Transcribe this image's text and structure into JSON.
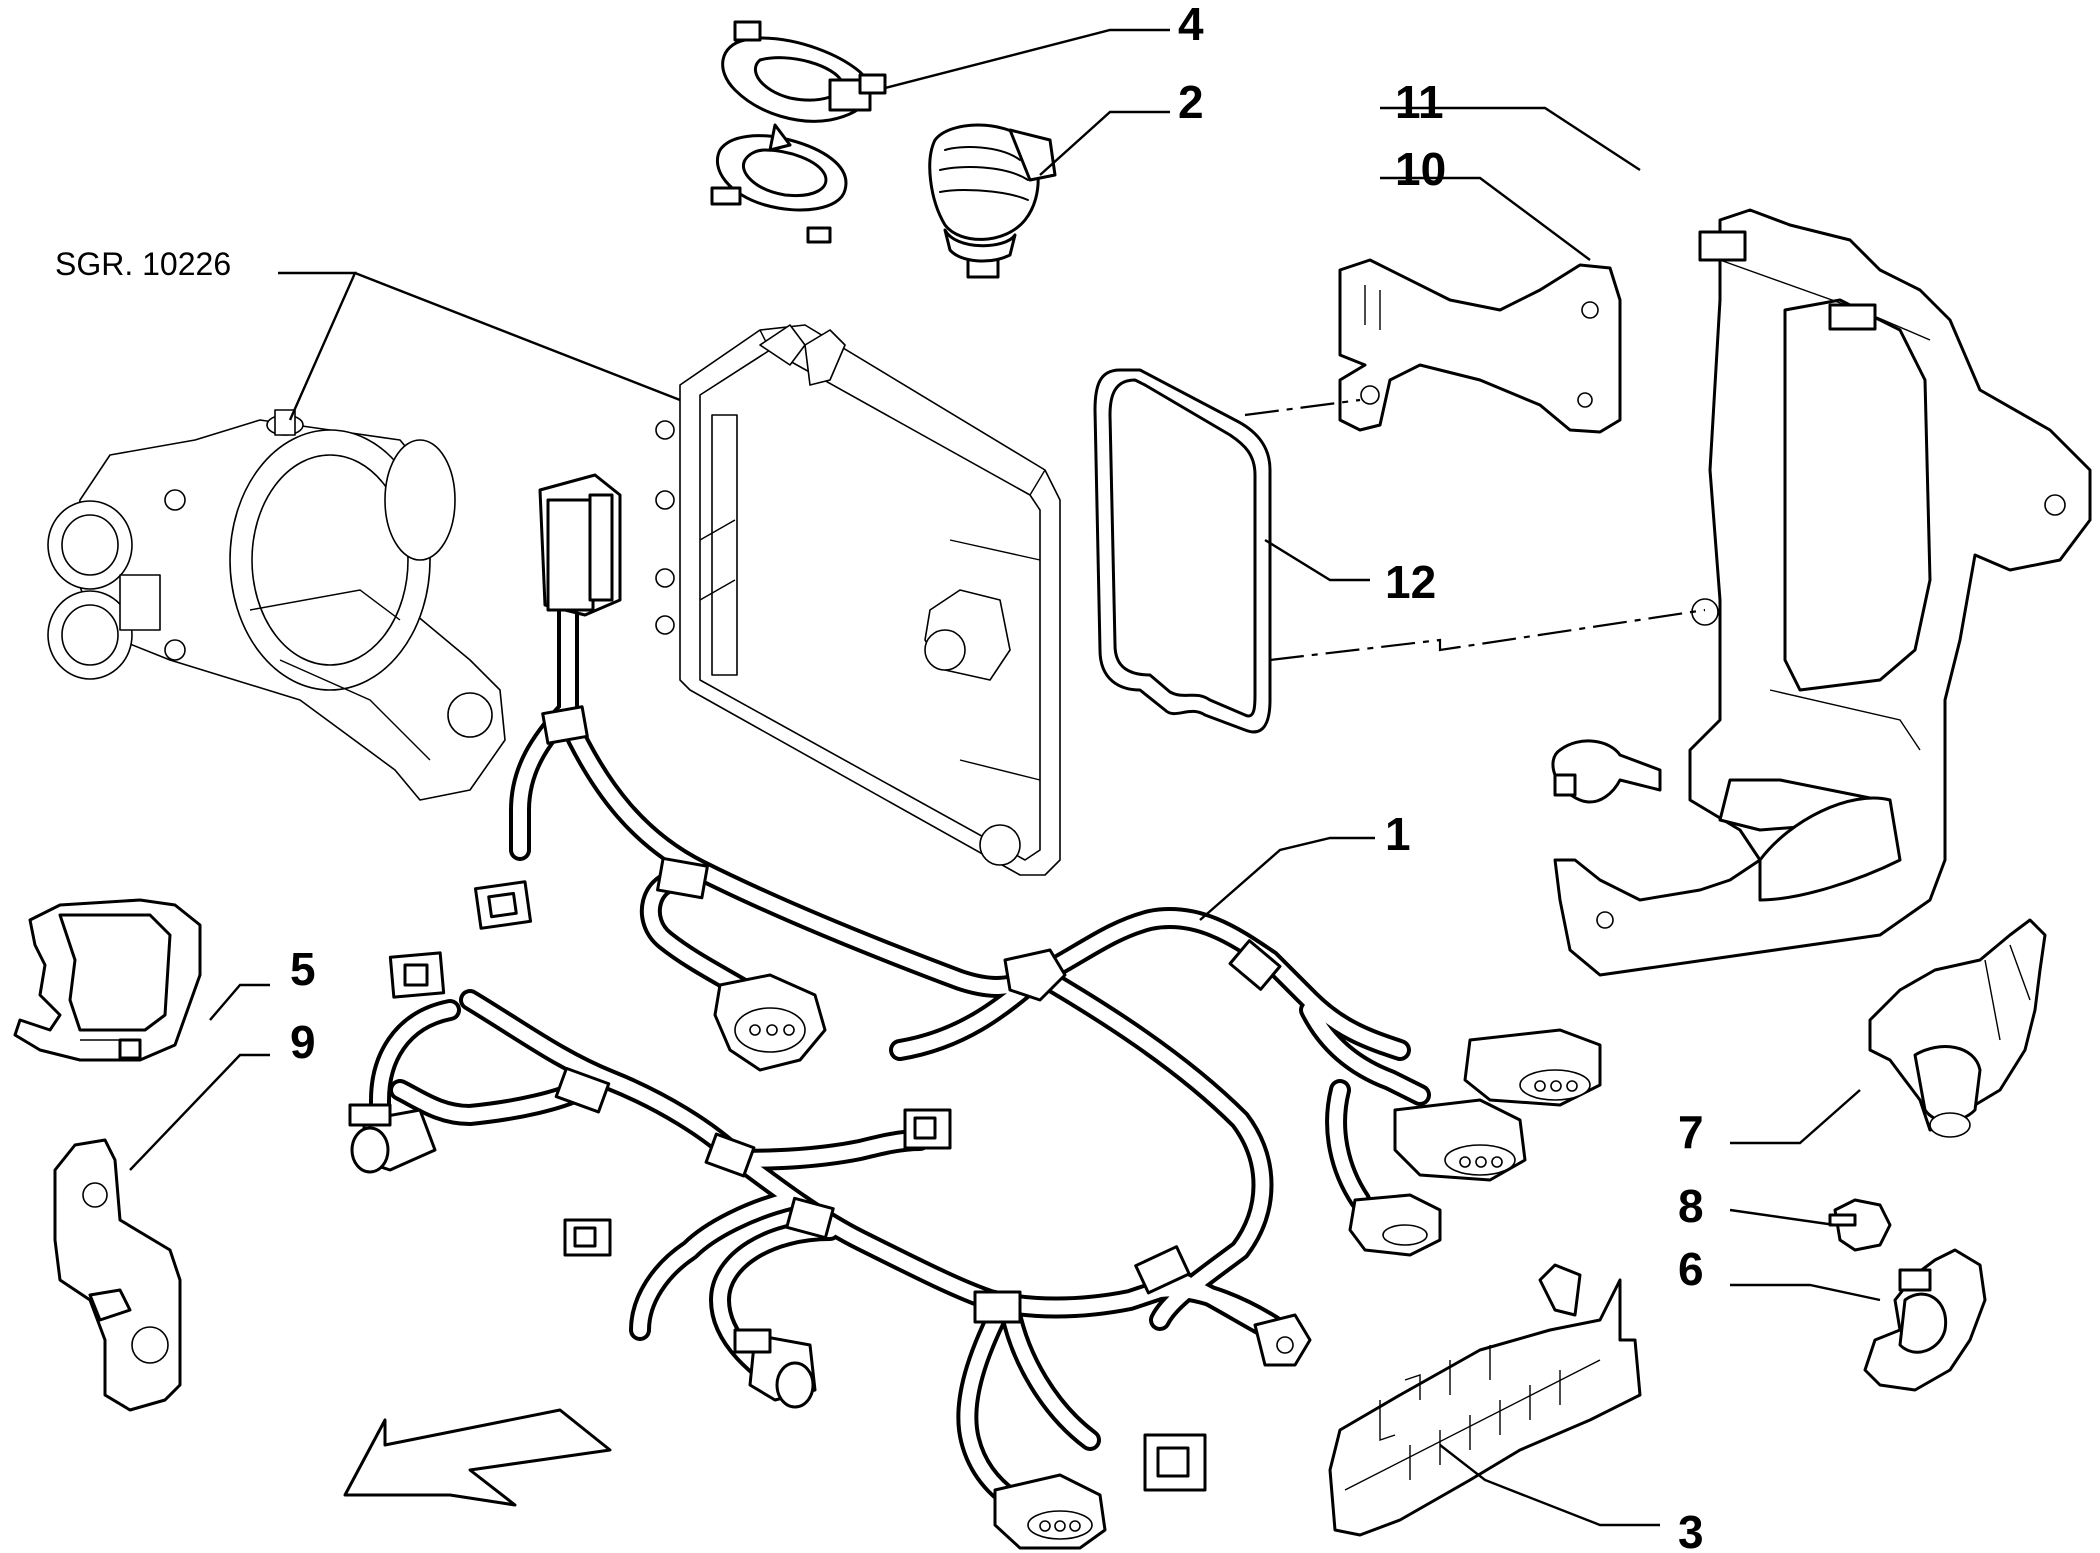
{
  "diagram": {
    "reference_label": "SGR. 10226",
    "callouts": {
      "c1": "1",
      "c2": "2",
      "c3": "3",
      "c4": "4",
      "c5": "5",
      "c6": "6",
      "c7": "7",
      "c8": "8",
      "c9": "9",
      "c10": "10",
      "c11": "11",
      "c12": "12"
    },
    "colors": {
      "line": "#000000",
      "background": "#ffffff"
    },
    "icons": {
      "direction": "direction-arrow-icon"
    }
  }
}
